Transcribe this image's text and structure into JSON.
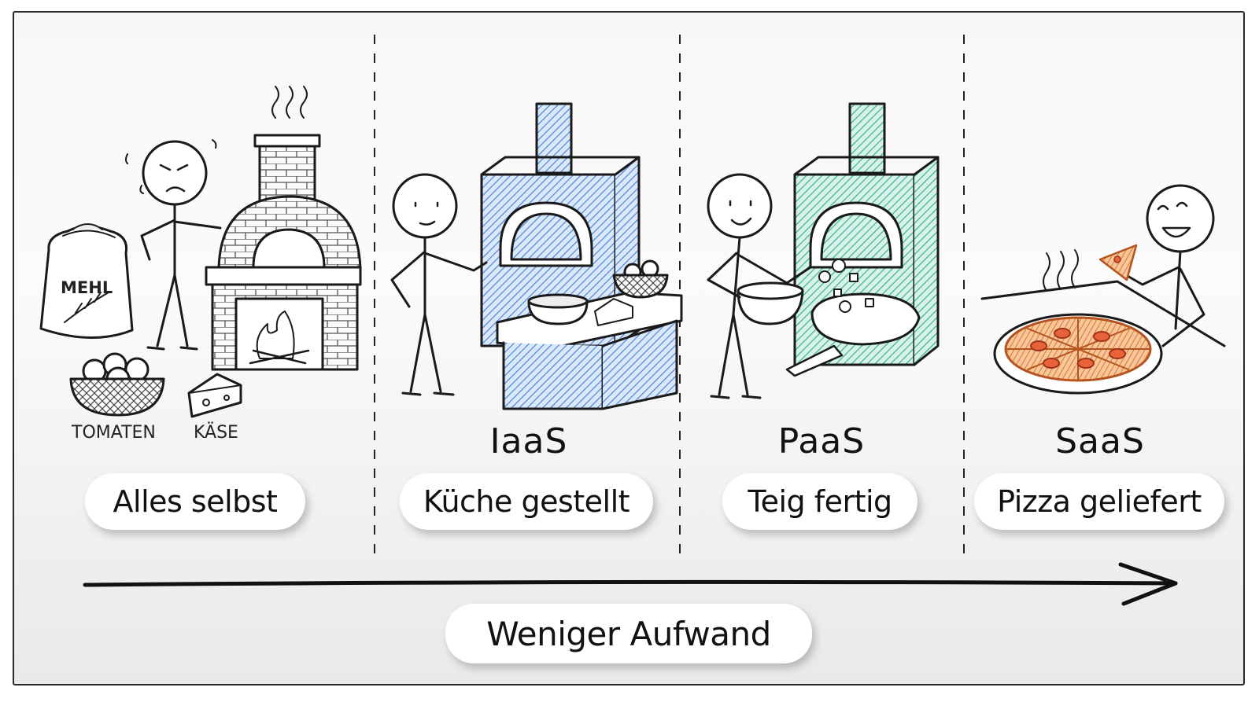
{
  "stages": [
    {
      "tier": "",
      "caption": "Alles selbst"
    },
    {
      "tier": "IaaS",
      "caption": "Küche gestellt"
    },
    {
      "tier": "PaaS",
      "caption": "Teig fertig"
    },
    {
      "tier": "SaaS",
      "caption": "Pizza geliefert"
    }
  ],
  "ingredients": {
    "flour": "MEHL",
    "tomatoes": "TOMATEN",
    "cheese": "KÄSE"
  },
  "arrow_label": "Weniger Aufwand",
  "colors": {
    "iaas": "#4a86d8",
    "paas": "#3db99a",
    "pizza": "#e0722f",
    "ink": "#1a1a1a"
  }
}
